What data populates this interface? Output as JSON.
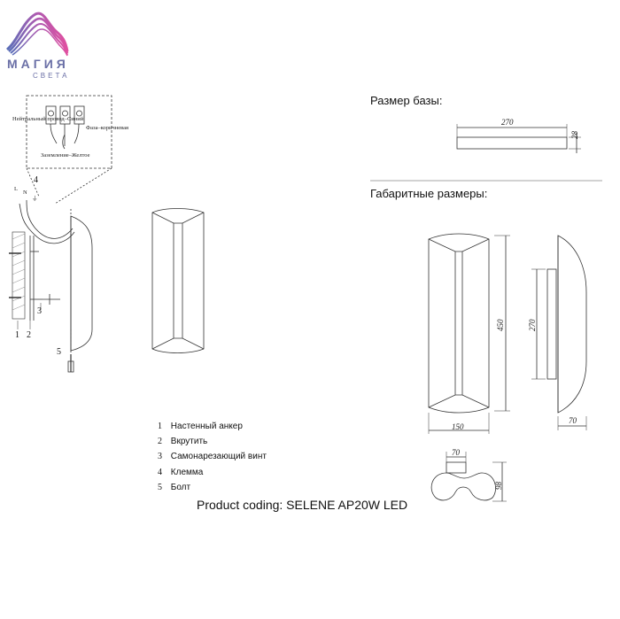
{
  "brand": {
    "name": "МАГИЯ",
    "tagline": "СВЕТА"
  },
  "headings": {
    "base_size": "Размер базы:",
    "overall_size": "Габаритные размеры:"
  },
  "wiring": {
    "neutral": "Нейтральный провод–Синий",
    "phase": "Фаза–коричневая",
    "ground": "Заземление–Желтое",
    "terminal_letters": [
      "L",
      "N",
      "⏚"
    ]
  },
  "callouts": [
    "1",
    "2",
    "3",
    "4",
    "5"
  ],
  "legend": [
    {
      "num": "1",
      "label": "Настенный анкер"
    },
    {
      "num": "2",
      "label": "Вкрутить"
    },
    {
      "num": "3",
      "label": "Самонарезающий винт"
    },
    {
      "num": "4",
      "label": "Клемма"
    },
    {
      "num": "5",
      "label": "Болт"
    }
  ],
  "product_coding": "Product coding: SELENE AP20W LED",
  "dimensions": {
    "base_length": "270",
    "base_height": "28",
    "height": "450",
    "width": "150",
    "side_height": "270",
    "depth": "70",
    "top_width": "70",
    "top_depth": "98"
  },
  "colors": {
    "logo_purple": "#6a6fa6",
    "logo_pink": "#e04fa0",
    "line": "#333333"
  }
}
